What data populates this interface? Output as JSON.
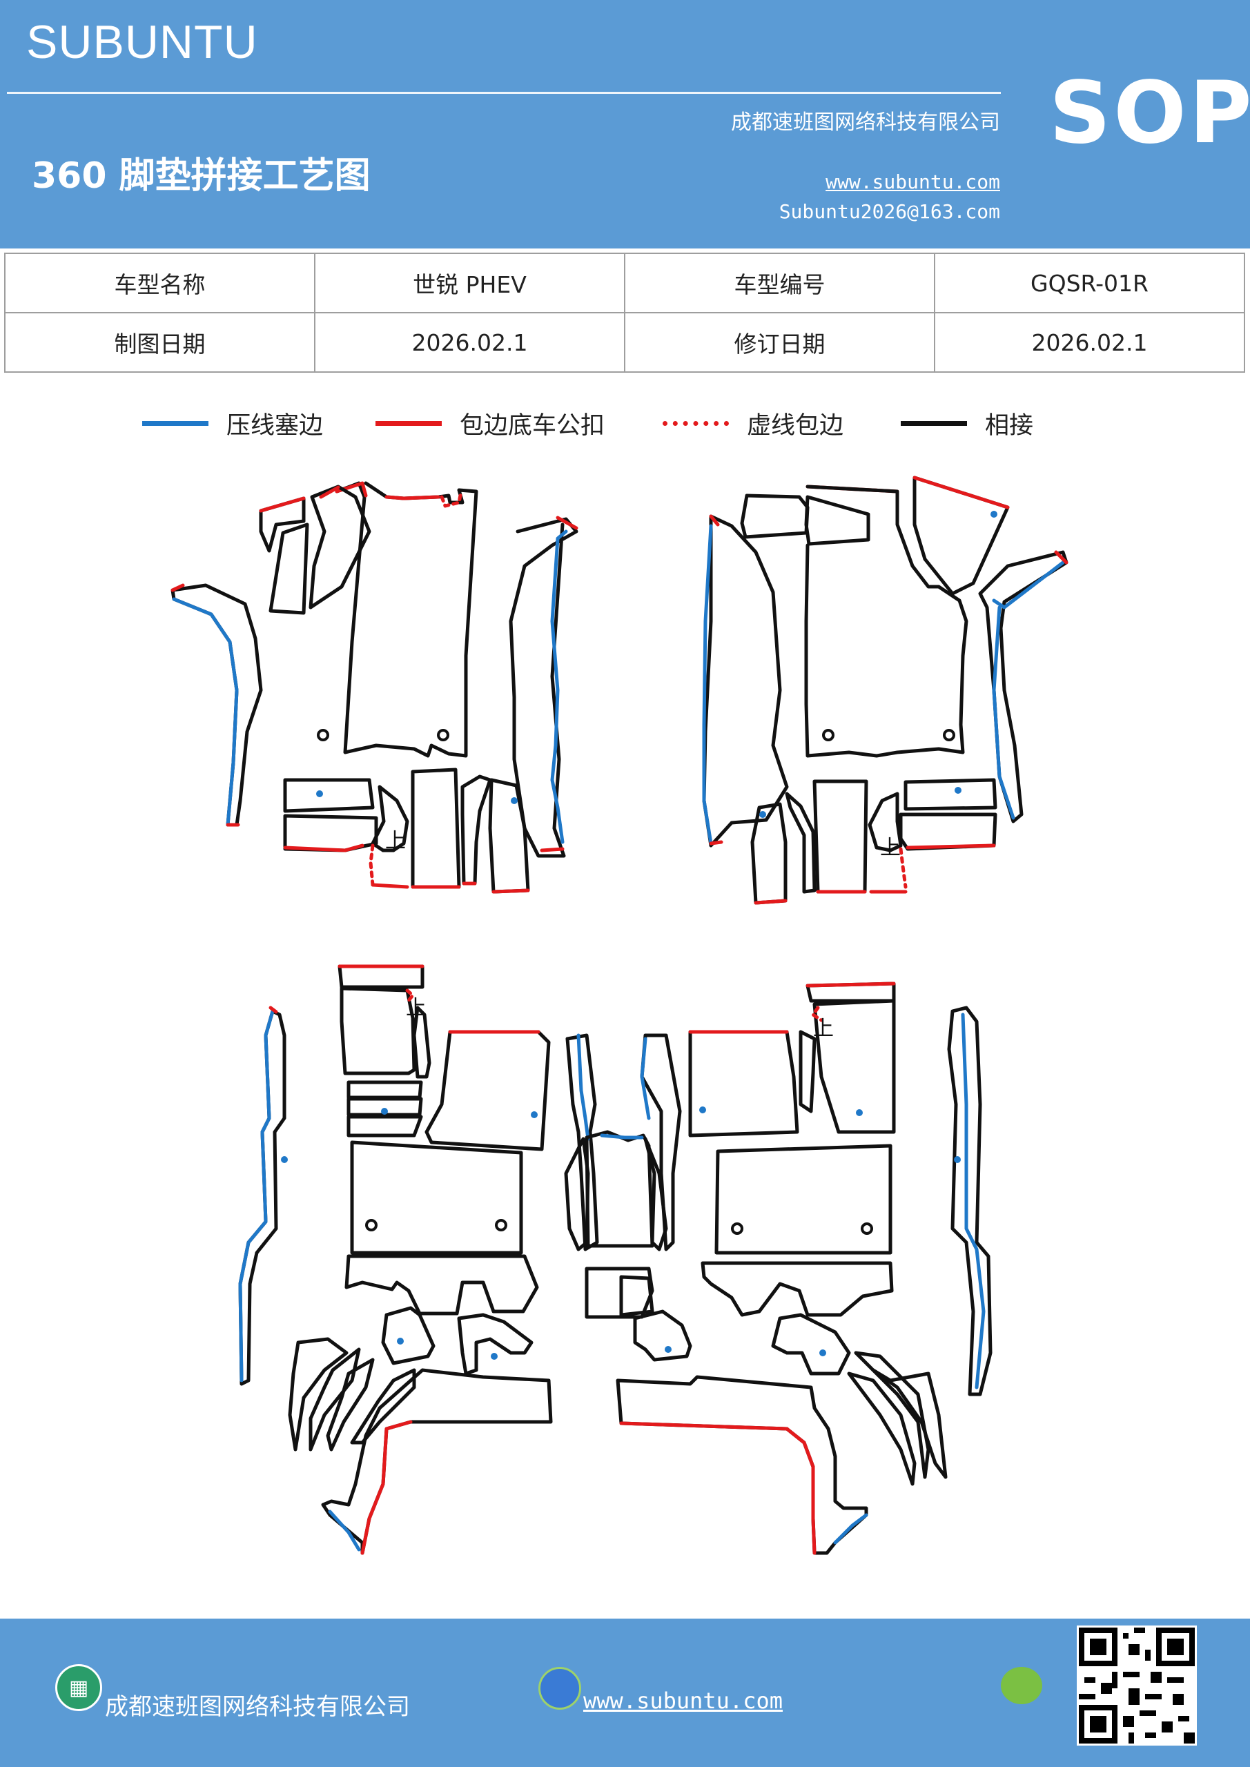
{
  "header": {
    "brand": "SUBUNTU",
    "title": "360 脚垫拼接工艺图",
    "company": "成都速班图网络科技有限公司",
    "website": "www.subuntu.com",
    "email": "Subuntu2026@163.com",
    "badge": "SOP"
  },
  "info_table": {
    "rows": [
      {
        "label1": "车型名称",
        "value1": "世锐 PHEV",
        "label2": "车型编号",
        "value2": "GQSR-01R"
      },
      {
        "label1": "制图日期",
        "value1": "2026.02.1",
        "label2": "修订日期",
        "value2": "2026.02.1"
      }
    ]
  },
  "legend": [
    {
      "label": "压线塞边",
      "color": "#1f78c8",
      "style": "solid"
    },
    {
      "label": "包边底车公扣",
      "color": "#e31a1c",
      "style": "solid"
    },
    {
      "label": "虚线包边",
      "color": "#e31a1c",
      "style": "dotted"
    },
    {
      "label": "相接",
      "color": "#111111",
      "style": "solid"
    }
  ],
  "diagram": {
    "orientation_mark": "上",
    "colors": {
      "edge": "#1f78c8",
      "binding": "#e31a1c",
      "join": "#111111",
      "snap": "#1f78c8"
    }
  },
  "footer": {
    "company": "成都速班图网络科技有限公司",
    "website": "www.subuntu.com",
    "icons": [
      "building-icon",
      "globe-icon",
      "wechat-icon",
      "qr-code"
    ]
  }
}
